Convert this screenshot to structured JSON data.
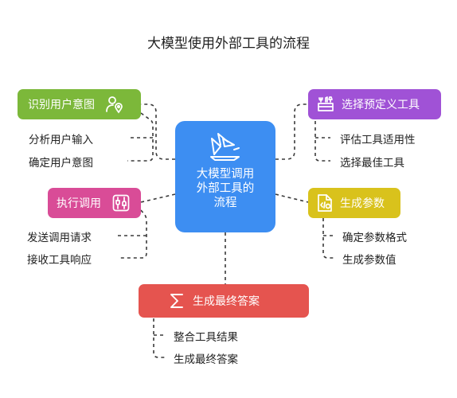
{
  "title": "大模型使用外部工具的流程",
  "center": {
    "line1": "大模型调用",
    "line2": "外部工具的",
    "line3": "流程",
    "icon": "sailboat-icon"
  },
  "nodes": {
    "recognize": {
      "label": "识别用户意图",
      "color": "#7cb83a",
      "icon": "user-location-icon",
      "subs": [
        "分析用户输入",
        "确定用户意图"
      ]
    },
    "execute": {
      "label": "执行调用",
      "color": "#d94c97",
      "icon": "plug-icon",
      "subs": [
        "发送调用请求",
        "接收工具响应"
      ]
    },
    "select": {
      "label": "选择预定义工具",
      "color": "#a052d6",
      "icon": "toolbox-icon",
      "subs": [
        "评估工具适用性",
        "选择最佳工具"
      ]
    },
    "params": {
      "label": "生成参数",
      "color": "#d9c21c",
      "icon": "code-file-icon",
      "subs": [
        "确定参数格式",
        "生成参数值"
      ]
    },
    "answer": {
      "label": "生成最终答案",
      "color": "#e5544f",
      "icon": "sigma-icon",
      "subs": [
        "整合工具结果",
        "生成最终答案"
      ]
    }
  }
}
